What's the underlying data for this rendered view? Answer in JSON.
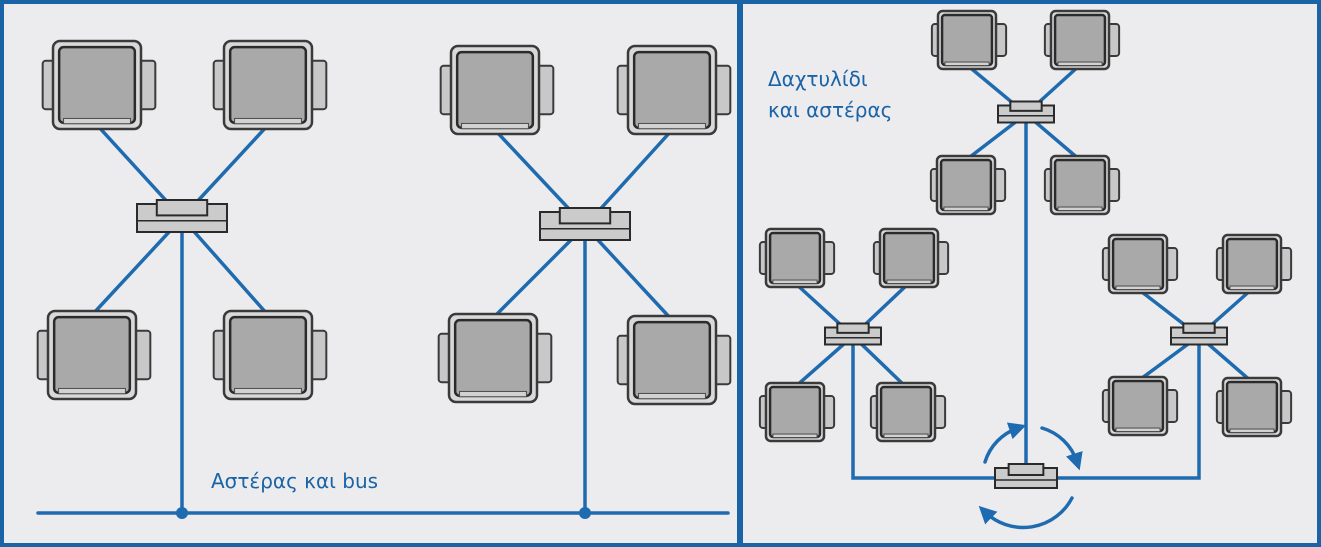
{
  "panels": {
    "left": {
      "label": "Αστέρας και bus"
    },
    "right": {
      "label_line1": "Δαχτυλίδι",
      "label_line2": "και αστέρας"
    }
  },
  "colors": {
    "frame": "#1a63a6",
    "background": "#ececee",
    "link": "#1e6bb0",
    "device": "#a9a9a9",
    "label": "#1a63a6"
  },
  "icons": {
    "computer": "computer-terminal-icon",
    "hub": "network-hub-icon",
    "ring_arrows": "circular-arrows-icon"
  }
}
